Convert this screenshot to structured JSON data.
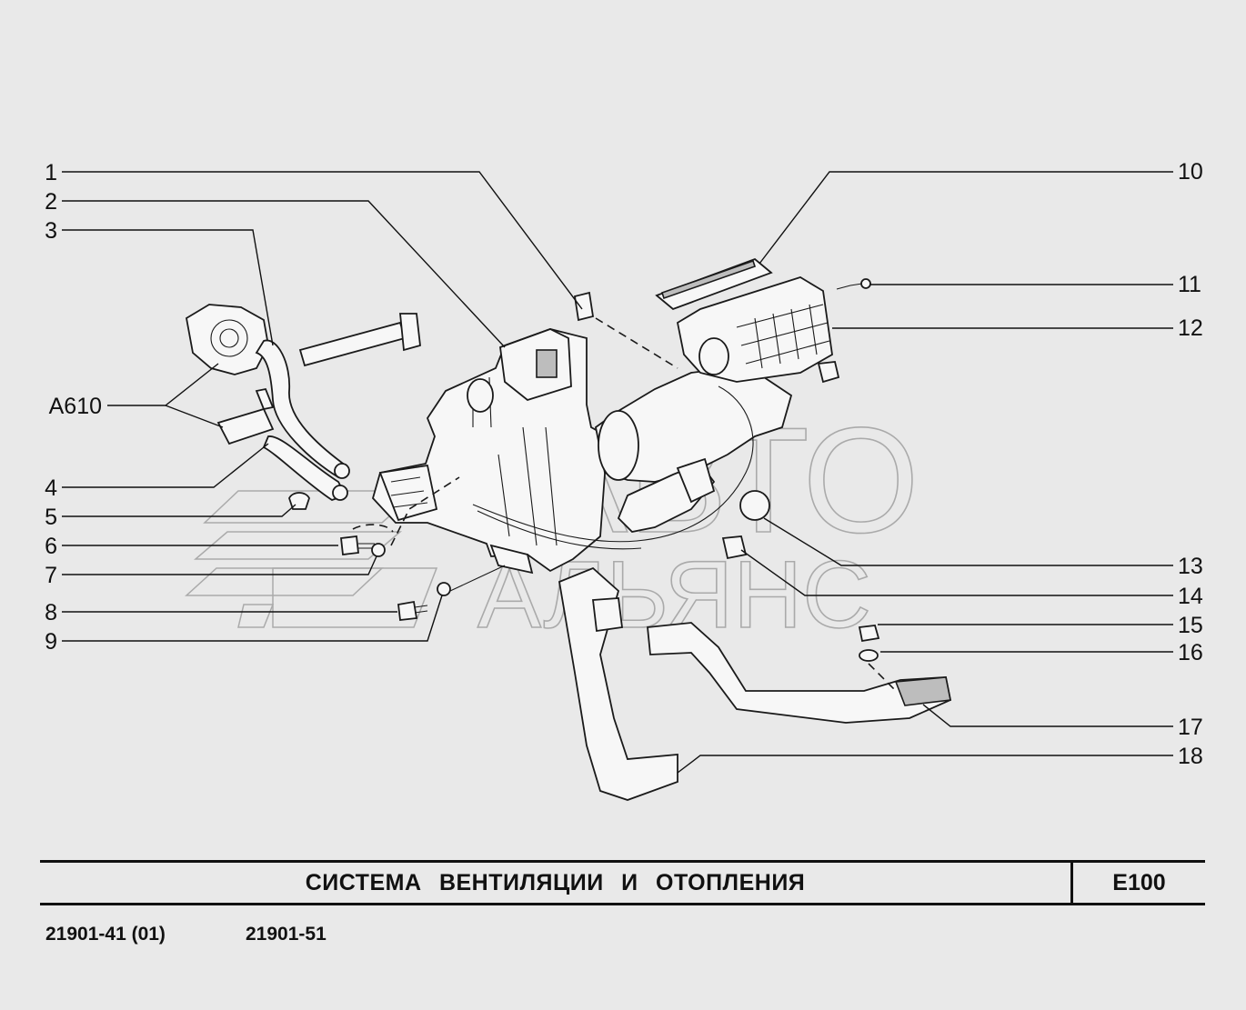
{
  "diagram": {
    "watermark": {
      "line1": "АВТО",
      "line2": "АЛЬЯНС"
    },
    "callouts": [
      {
        "label": "1"
      },
      {
        "label": "2"
      },
      {
        "label": "3"
      },
      {
        "label": "A610"
      },
      {
        "label": "4"
      },
      {
        "label": "5"
      },
      {
        "label": "6"
      },
      {
        "label": "7"
      },
      {
        "label": "8"
      },
      {
        "label": "9"
      },
      {
        "label": "10"
      },
      {
        "label": "11"
      },
      {
        "label": "12"
      },
      {
        "label": "13"
      },
      {
        "label": "14"
      },
      {
        "label": "15"
      },
      {
        "label": "16"
      },
      {
        "label": "17"
      },
      {
        "label": "18"
      }
    ]
  },
  "title_block": {
    "title": "СИСТЕМА ВЕНТИЛЯЦИИ И ОТОПЛЕНИЯ",
    "code": "E100"
  },
  "models": [
    "21901-41 (01)",
    "21901-51"
  ]
}
